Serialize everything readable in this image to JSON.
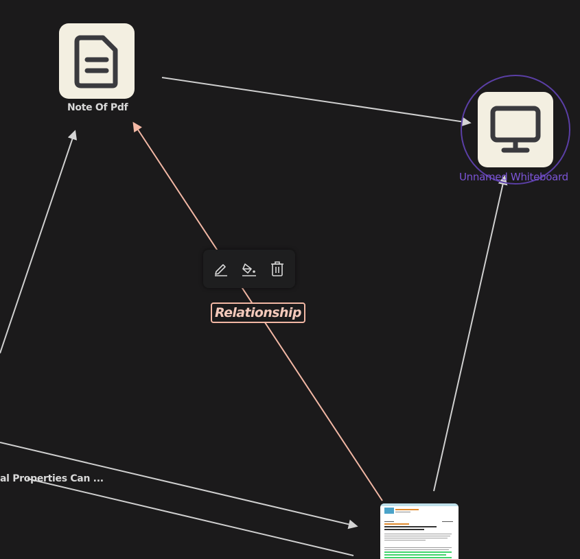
{
  "nodes": {
    "note_of_pdf": {
      "label": "Note Of Pdf",
      "icon": "document-icon"
    },
    "unnamed_whiteboard": {
      "label": "Unnamed Whiteboard",
      "icon": "monitor-icon",
      "selected": true
    },
    "partial_node": {
      "label": "al Properties Can ..."
    },
    "pdf_document": {
      "icon": "pdf-thumbnail"
    }
  },
  "edge_toolbar": {
    "edit": "pencil-icon",
    "color": "paint-bucket-icon",
    "delete": "trash-icon"
  },
  "relationship_label": "Relationship",
  "colors": {
    "background": "#1b1a1b",
    "tile": "#f3efe1",
    "icon_stroke": "#3a3a3e",
    "edge": "#d0d0d0",
    "selected_edge": "#f3b8a5",
    "selected_node": "#7b54d6"
  }
}
